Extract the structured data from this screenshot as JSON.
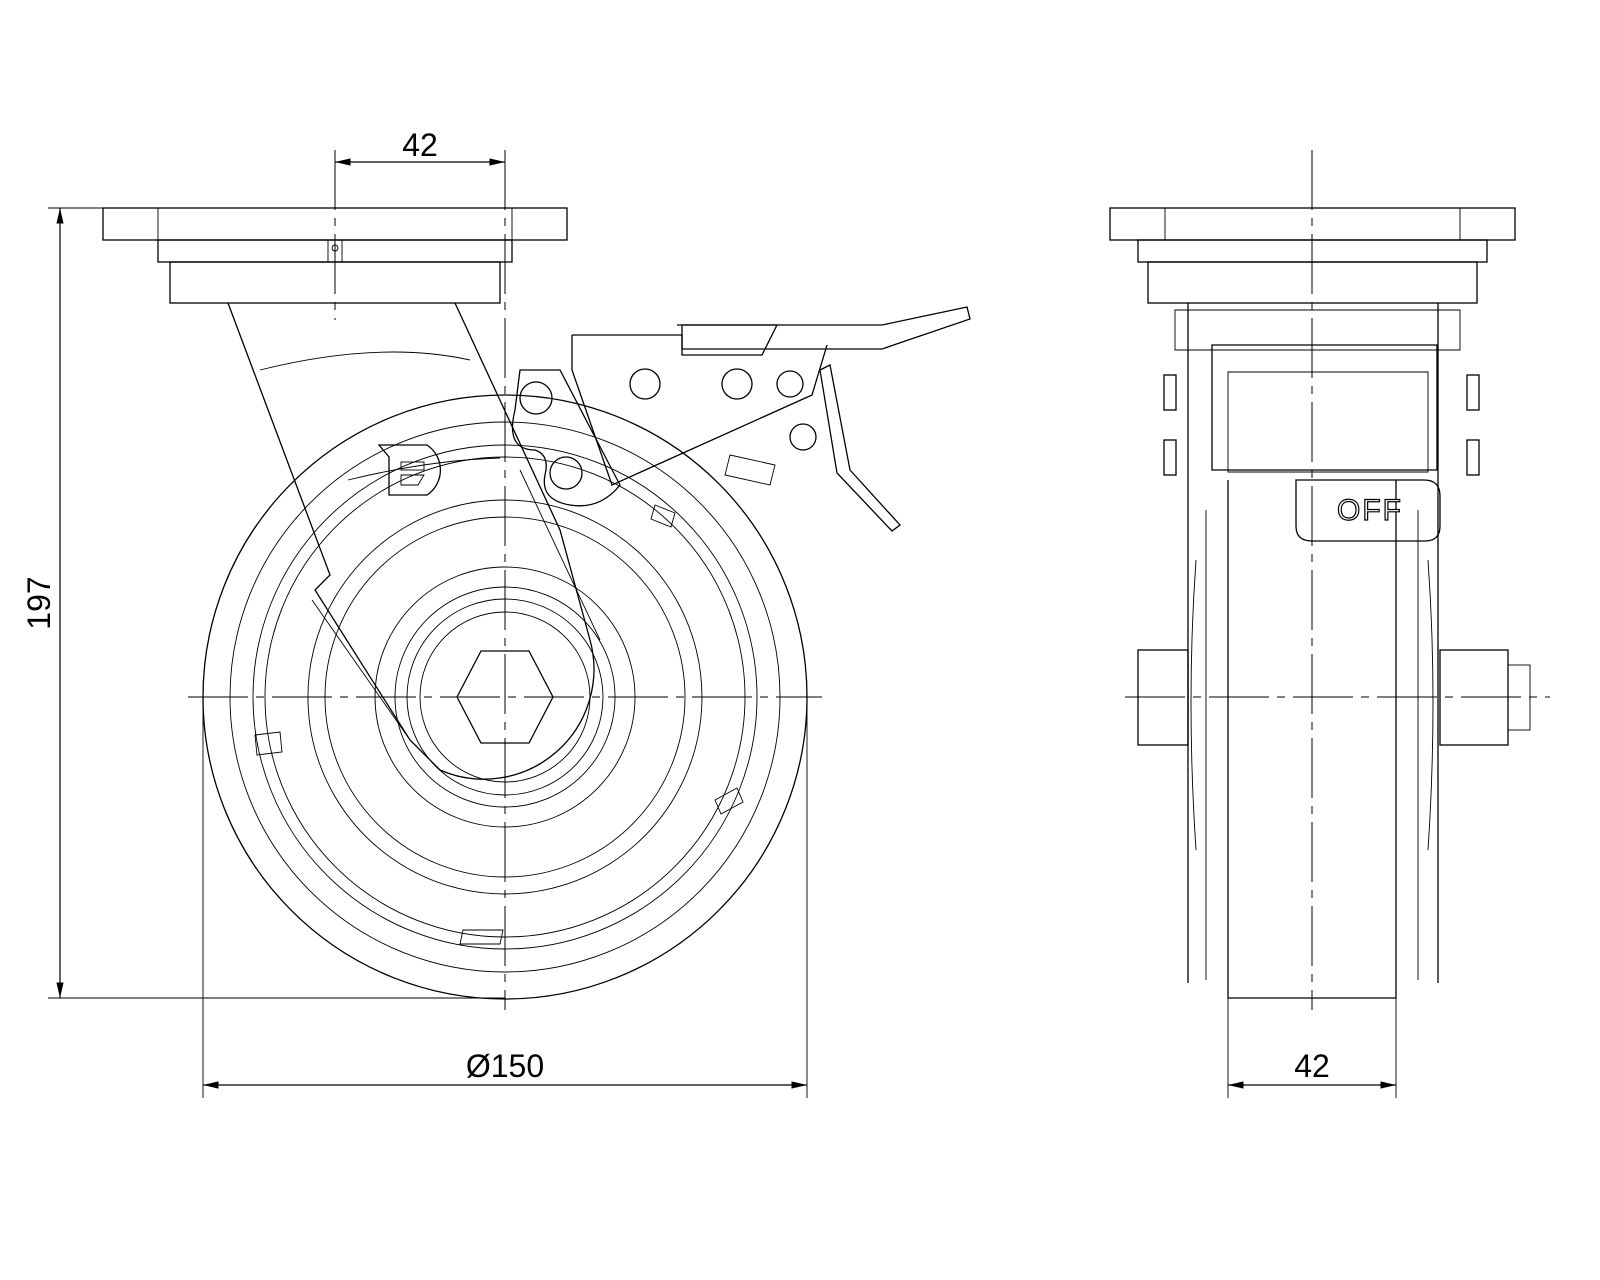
{
  "drawing": {
    "title": "Swivel caster with total brake - technical drawing",
    "dimensions": {
      "offset": "42",
      "height": "197",
      "wheel_diameter": "Ø150",
      "wheel_width": "42"
    },
    "brake_label": "OFF",
    "logo_letter": "D"
  }
}
